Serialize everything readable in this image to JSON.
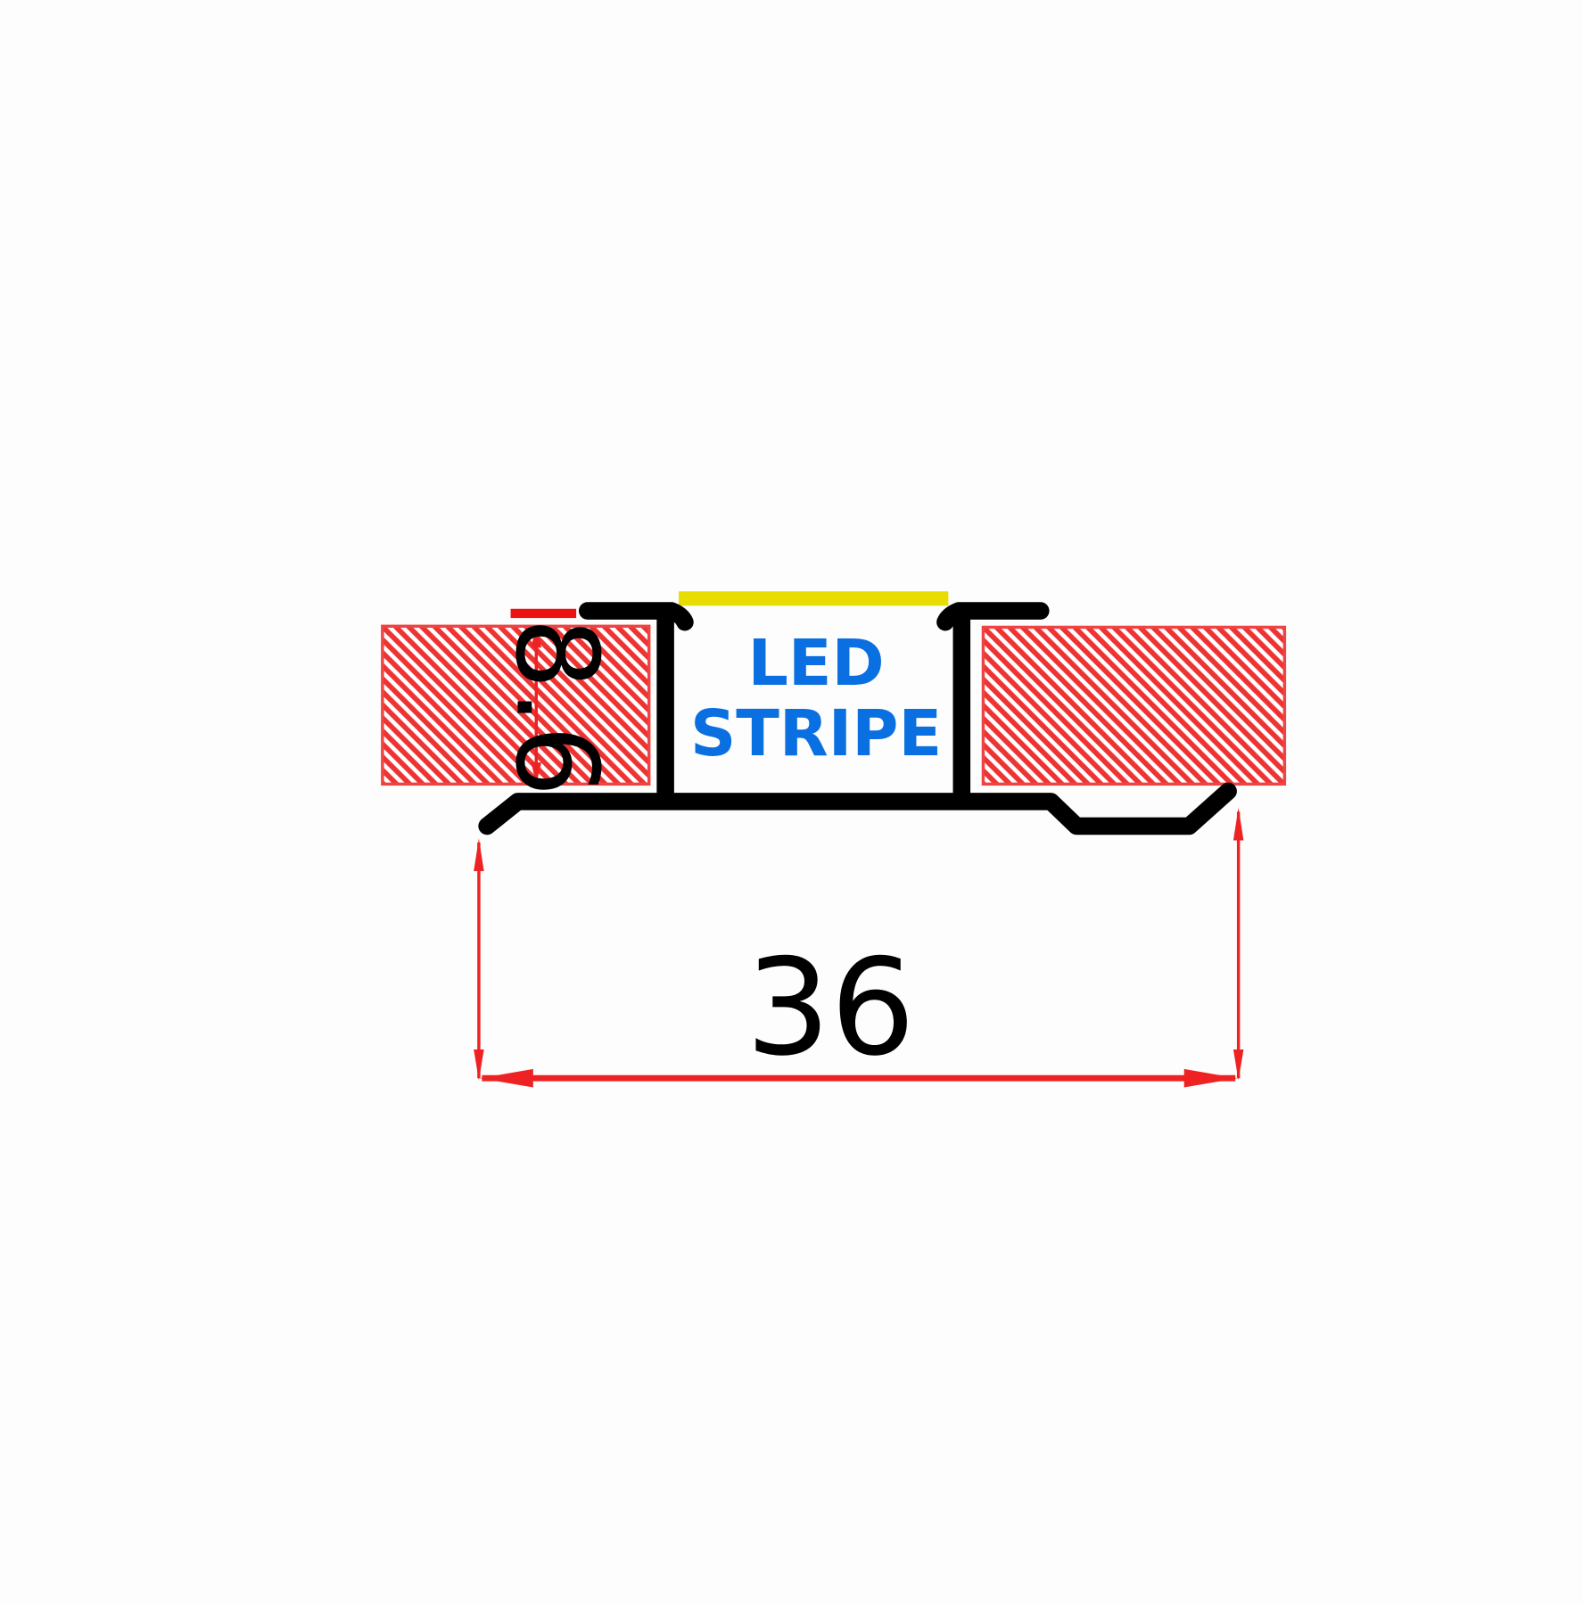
{
  "diagram": {
    "label_line1": "LED",
    "label_line2": "STRIPE",
    "width_dimension": "36",
    "height_dimension": "8.6",
    "colors": {
      "profile": "#000000",
      "dimension": "#ee2222",
      "hatch": "#ee3333",
      "led_strip": "#e8dc00",
      "label": "#0a6fe0"
    }
  }
}
